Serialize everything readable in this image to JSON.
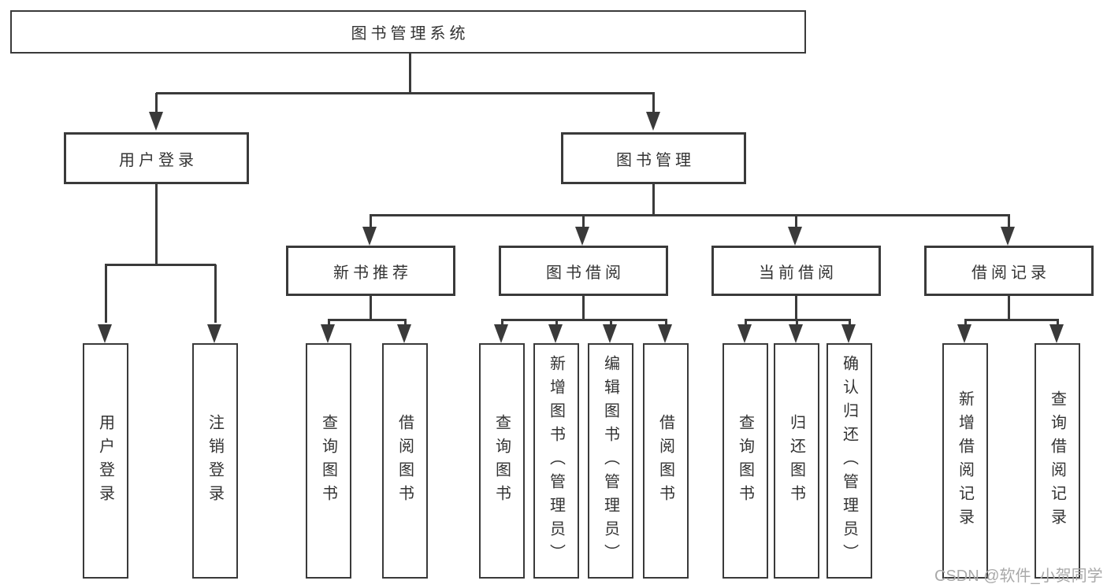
{
  "tree": {
    "root": "图书管理系统",
    "branches": [
      {
        "label": "用户登录",
        "children": [
          "用户登录",
          "注销登录"
        ]
      },
      {
        "label": "图书管理",
        "sections": [
          {
            "label": "新书推荐",
            "children": [
              "查询图书",
              "借阅图书"
            ]
          },
          {
            "label": "图书借阅",
            "children": [
              "查询图书",
              "新增图书（管理员）",
              "编辑图书（管理员）",
              "借阅图书"
            ]
          },
          {
            "label": "当前借阅",
            "children": [
              "查询图书",
              "归还图书",
              "确认归还（管理员）"
            ]
          },
          {
            "label": "借阅记录",
            "children": [
              "新增借阅记录",
              "查询借阅记录"
            ]
          }
        ]
      }
    ]
  },
  "watermark": "CSDN @软件_小贺同学",
  "colors": {
    "line": "#3a3a3a",
    "text": "#333333",
    "watermark": "#a9a9a9",
    "background": "#ffffff"
  }
}
